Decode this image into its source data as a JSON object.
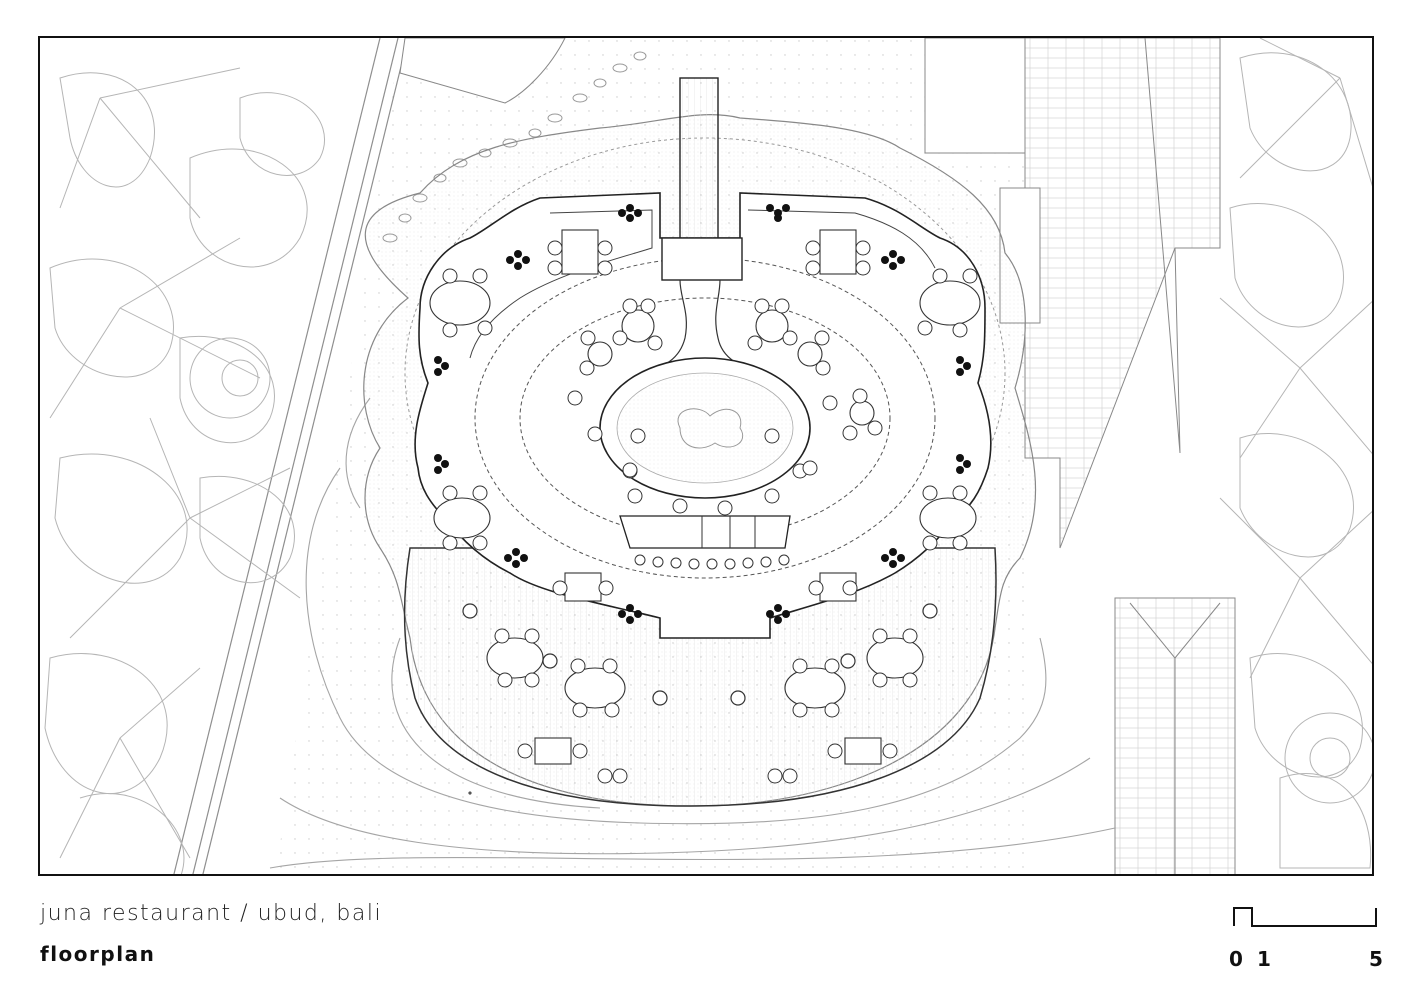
{
  "title_block": {
    "project": "juna restaurant / ubud, bali",
    "drawing": "floorplan"
  },
  "scale_bar": {
    "labels": [
      "0",
      "1",
      "5"
    ]
  },
  "colors": {
    "line": "#111111",
    "light_line": "#9a9a9a",
    "background": "#ffffff"
  }
}
